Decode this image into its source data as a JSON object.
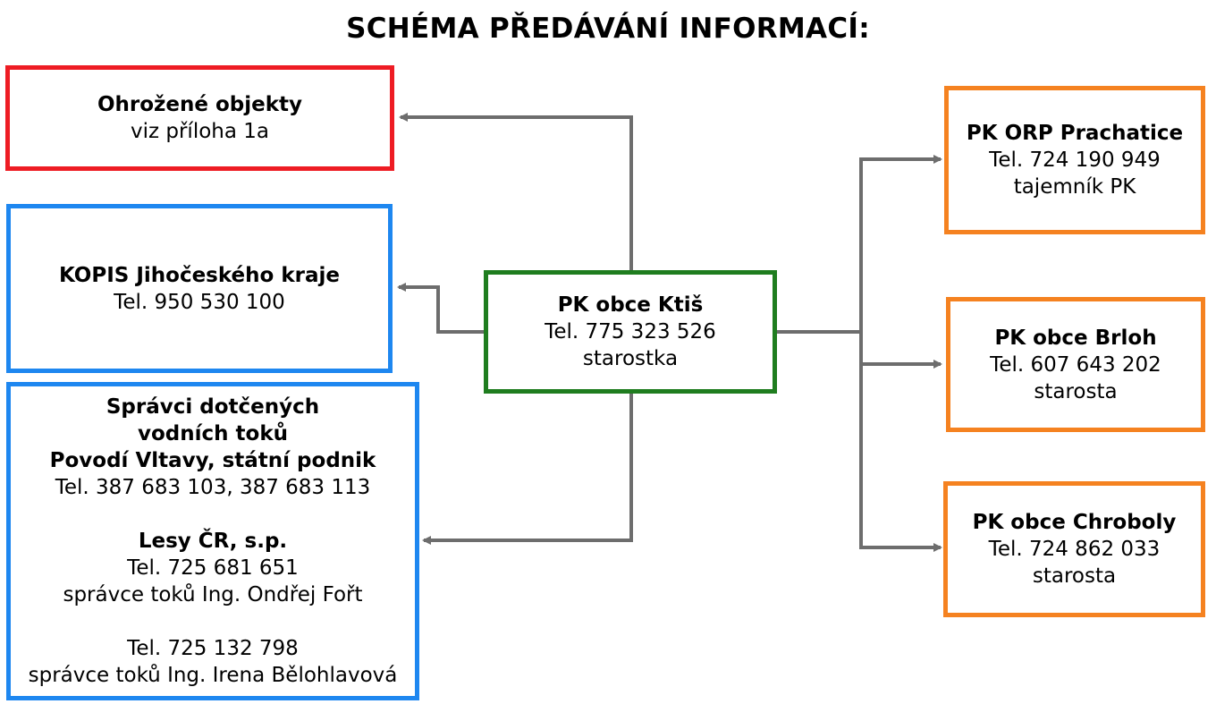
{
  "title": "SCHÉMA PŘEDÁVÁNÍ INFORMACÍ:",
  "colors": {
    "red": "#ee1c24",
    "blue": "#1e87f0",
    "green": "#1f7d1f",
    "orange": "#f58220",
    "connector": "#6d6d6d"
  },
  "center": {
    "name": "PK obce Ktiš",
    "phone": "Tel. 775 323 526",
    "role": "starostka"
  },
  "left": {
    "threatened": {
      "name": "Ohrožené objekty",
      "note": "viz příloha 1a"
    },
    "kopis": {
      "name": "KOPIS Jihočeského kraje",
      "phone": "Tel. 950 530 100"
    },
    "managers": {
      "line1": "Správci dotčených",
      "line2": "vodních toků",
      "line3": "Povodí Vltavy, státní podnik",
      "phone1": "Tel. 387 683 103, 387 683 113",
      "org2": "Lesy ČR, s.p.",
      "phone2": "Tel. 725 681 651",
      "person2": "správce toků Ing. Ondřej Fořt",
      "phone3": "Tel. 725 132 798",
      "person3": "správce toků Ing. Irena Bělohlavová"
    }
  },
  "right": {
    "orp": {
      "name": "PK ORP Prachatice",
      "phone": "Tel. 724 190 949",
      "role": "tajemník PK"
    },
    "brloh": {
      "name": "PK obce Brloh",
      "phone": "Tel. 607 643 202",
      "role": "starosta"
    },
    "chroboly": {
      "name": "PK obce Chroboly",
      "phone": "Tel. 724 862 033",
      "role": "starosta"
    }
  }
}
